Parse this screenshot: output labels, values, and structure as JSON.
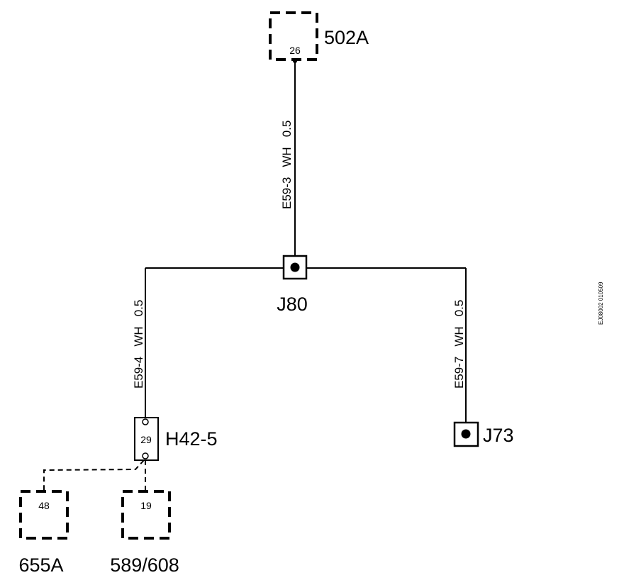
{
  "connectors": {
    "c502a": {
      "label": "502A",
      "pin": "26"
    },
    "j80": {
      "label": "J80"
    },
    "h42_5": {
      "label": "H42-5",
      "pin": "29"
    },
    "j73": {
      "label": "J73"
    },
    "c655a": {
      "label": "655A",
      "pin": "48"
    },
    "c589": {
      "label": "589/608",
      "pin": "19"
    }
  },
  "wires": {
    "e59_3": {
      "id": "E59-3",
      "color": "WH",
      "size": "0.5"
    },
    "e59_4": {
      "id": "E59-4",
      "color": "WH",
      "size": "0.5"
    },
    "e59_7": {
      "id": "E59-7",
      "color": "WH",
      "size": "0.5"
    }
  },
  "figure_code": "EJ08002 010509"
}
